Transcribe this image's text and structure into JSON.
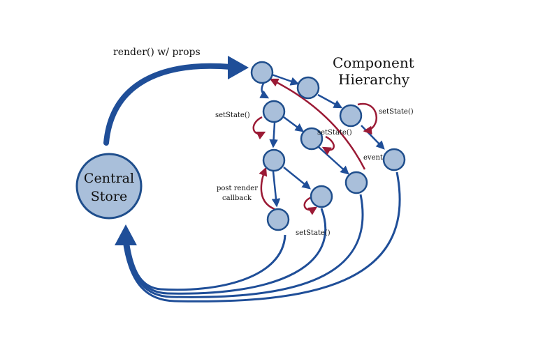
{
  "diagram": {
    "title_line1": "Component",
    "title_line2": "Hierarchy",
    "render_label": "render() w/ props",
    "store_line1": "Central",
    "store_line2": "Store",
    "labels": {
      "setstate_left": "setState()",
      "setstate_right": "setState()",
      "setstate_middle": "setState()",
      "setstate_bottom": "setState()",
      "event": "event",
      "post_render_line1": "post render",
      "post_render_line2": "callback"
    },
    "colors": {
      "node_fill": "#a9bfda",
      "node_stroke": "#1f4e8c",
      "blue_arrow": "#1f4e98",
      "red_arrow": "#9b1a35",
      "store_fill": "#a9bfda"
    }
  }
}
